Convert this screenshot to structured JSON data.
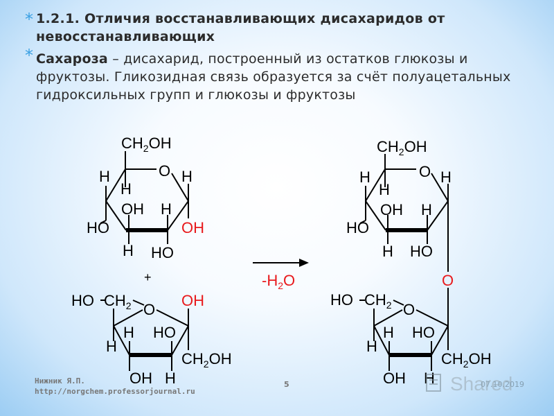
{
  "slide": {
    "bullet1": "1.2.1. Отличия восстанавливающих дисахаридов от невосстанавливающих",
    "bullet2_term": "Сахароза",
    "bullet2_rest": " – дисахарид, построенный из остатков глюкозы и фруктозы. Гликозидная связь образуется за счёт полуацетальных гидроксильных групп и глюкозы и фруктозы"
  },
  "reaction": {
    "plus": "+",
    "reagent": "-H2O",
    "bridge_o": "O"
  },
  "footer": {
    "author": "Нижник Я.П.",
    "url": "http://norgchem.professorjournal.ru",
    "page": "5",
    "watermark": "Shared",
    "watermark_date": "07.10.2019"
  },
  "colors": {
    "accent": "#3aa0e3",
    "highlight": "#e8191c",
    "text": "#2b2b2b"
  }
}
